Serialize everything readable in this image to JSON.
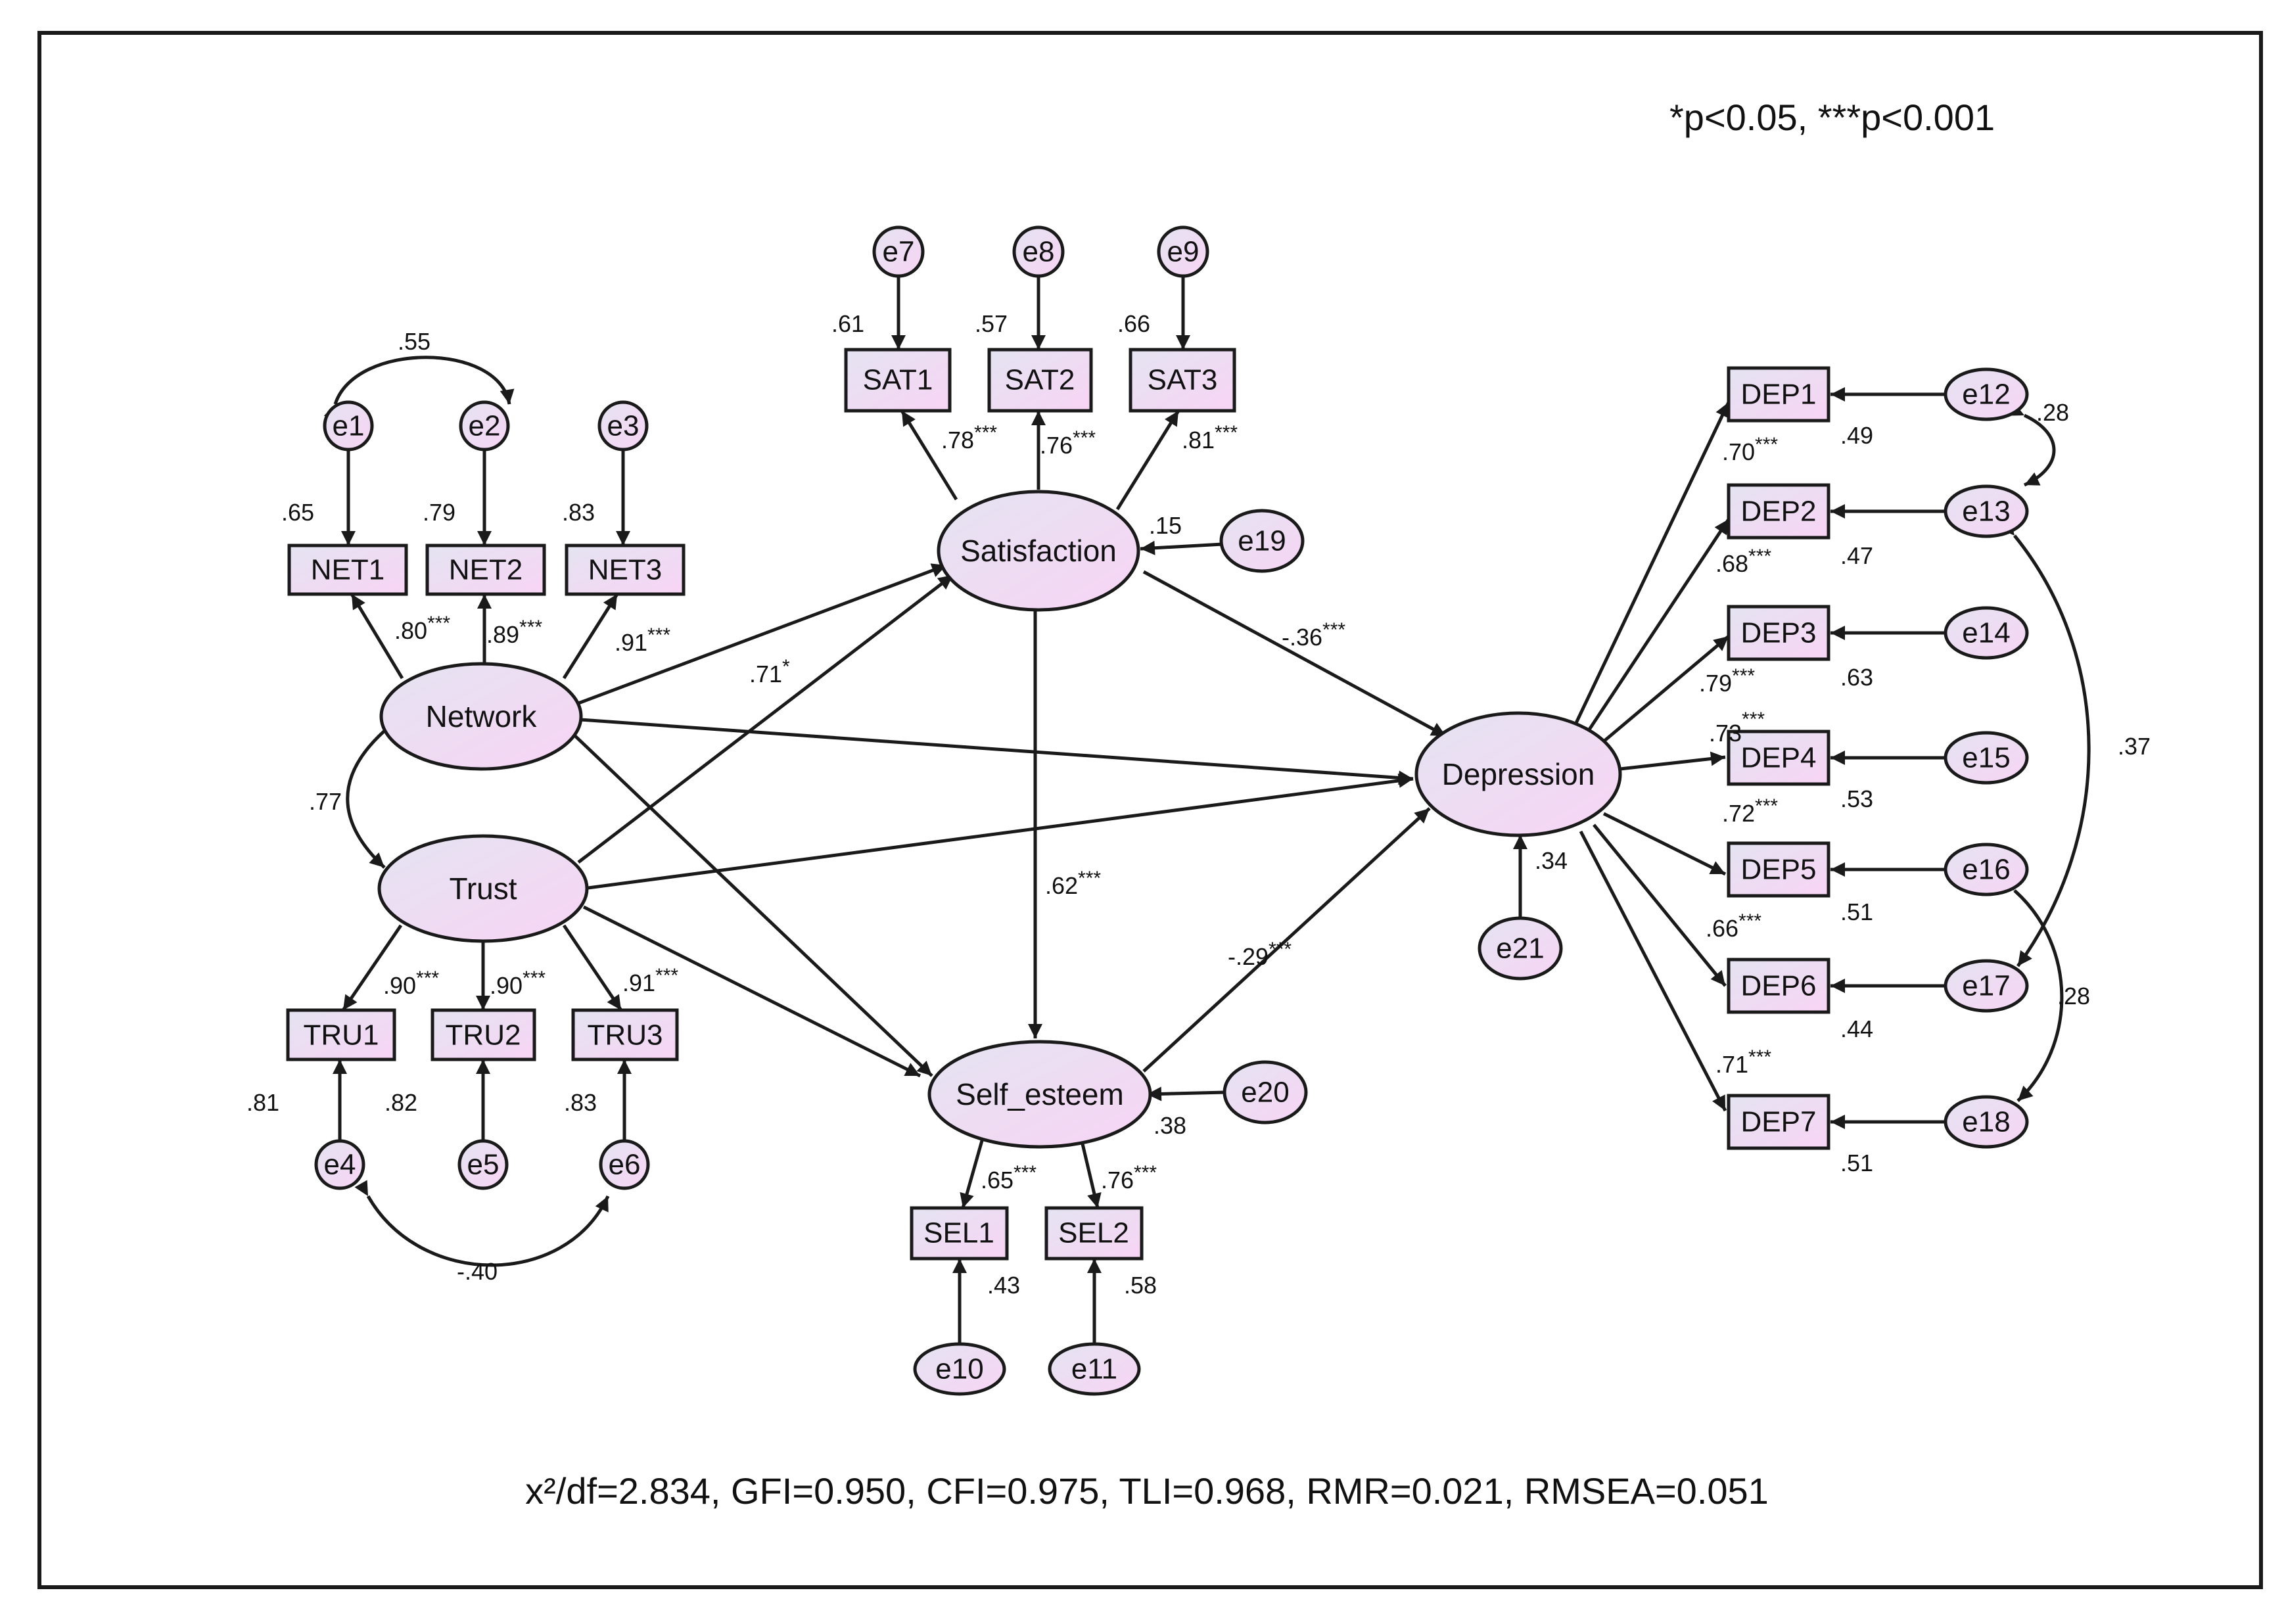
{
  "significance_note": "*p<0.05, ***p<0.001",
  "fit_indices": "x²/df=2.834, GFI=0.950, CFI=0.975, TLI=0.968, RMR=0.021, RMSEA=0.051",
  "colors": {
    "node_fill_a": "#e6e6f2",
    "node_fill_b": "#f7d6f4",
    "stroke": "#1a1a1a"
  },
  "latents": {
    "network": "Network",
    "trust": "Trust",
    "satisfaction": "Satisfaction",
    "self_esteem": "Self_esteem",
    "depression": "Depression"
  },
  "indicators": {
    "net1": "NET1",
    "net2": "NET2",
    "net3": "NET3",
    "tru1": "TRU1",
    "tru2": "TRU2",
    "tru3": "TRU3",
    "sat1": "SAT1",
    "sat2": "SAT2",
    "sat3": "SAT3",
    "sel1": "SEL1",
    "sel2": "SEL2",
    "dep1": "DEP1",
    "dep2": "DEP2",
    "dep3": "DEP3",
    "dep4": "DEP4",
    "dep5": "DEP5",
    "dep6": "DEP6",
    "dep7": "DEP7"
  },
  "errors": {
    "e1": "e1",
    "e2": "e2",
    "e3": "e3",
    "e4": "e4",
    "e5": "e5",
    "e6": "e6",
    "e7": "e7",
    "e8": "e8",
    "e9": "e9",
    "e10": "e10",
    "e11": "e11",
    "e12": "e12",
    "e13": "e13",
    "e14": "e14",
    "e15": "e15",
    "e16": "e16",
    "e17": "e17",
    "e18": "e18",
    "e19": "e19",
    "e20": "e20",
    "e21": "e21"
  },
  "r2": {
    "net1": ".65",
    "net2": ".79",
    "net3": ".83",
    "tru1": ".81",
    "tru2": ".82",
    "tru3": ".83",
    "sat1": ".61",
    "sat2": ".57",
    "sat3": ".66",
    "sel1": ".43",
    "sel2": ".58",
    "dep1": ".49",
    "dep2": ".47",
    "dep3": ".63",
    "dep4": ".53",
    "dep5": ".51",
    "dep6": ".44",
    "dep7": ".51",
    "satisfaction": ".15",
    "self_esteem": ".38",
    "depression": ".34"
  },
  "loadings": {
    "net1": ".80",
    "net2": ".89",
    "net3": ".91",
    "tru1": ".90",
    "tru2": ".90",
    "tru3": ".91",
    "sat1": ".78",
    "sat2": ".76",
    "sat3": ".81",
    "sel1": ".65",
    "sel2": ".76",
    "dep1": ".70",
    "dep2": ".68",
    "dep3": ".79",
    "dep4": ".73",
    "dep5": ".72",
    "dep6": ".66",
    "dep7": ".71"
  },
  "paths": {
    "trust_satisfaction": ".71",
    "satisfaction_depression": "-.36",
    "satisfaction_self_esteem": ".62",
    "self_esteem_depression": "-.29"
  },
  "covariances": {
    "e1_e2": ".55",
    "network_trust": ".77",
    "e4_e6": "-.40",
    "e12_e13": ".28",
    "e13_e17": ".37",
    "e16_e18": ".28"
  },
  "sig": {
    "one": "*",
    "three": "***"
  }
}
